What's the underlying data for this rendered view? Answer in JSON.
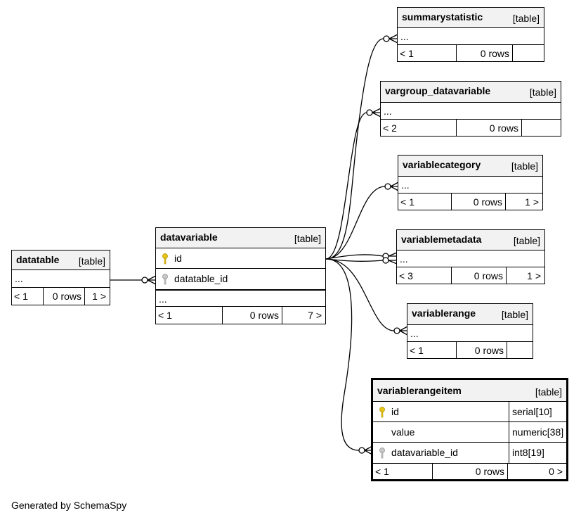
{
  "tables": {
    "datatable": {
      "name": "datatable",
      "kind": "[table]",
      "more": "...",
      "parents": "< 1",
      "rows": "0 rows",
      "children": "1 >"
    },
    "datavariable": {
      "name": "datavariable",
      "kind": "[table]",
      "col_id": "id",
      "col_datatable_id": "datatable_id",
      "more": "...",
      "parents": "< 1",
      "rows": "0 rows",
      "children": "7 >"
    },
    "summarystatistic": {
      "name": "summarystatistic",
      "kind": "[table]",
      "more": "...",
      "parents": "< 1",
      "rows": "0 rows",
      "children": ""
    },
    "vargroup_datavariable": {
      "name": "vargroup_datavariable",
      "kind": "[table]",
      "more": "...",
      "parents": "< 2",
      "rows": "0 rows",
      "children": ""
    },
    "variablecategory": {
      "name": "variablecategory",
      "kind": "[table]",
      "more": "...",
      "parents": "< 1",
      "rows": "0 rows",
      "children": "1 >"
    },
    "variablemetadata": {
      "name": "variablemetadata",
      "kind": "[table]",
      "more": "...",
      "parents": "< 3",
      "rows": "0 rows",
      "children": "1 >"
    },
    "variablerange": {
      "name": "variablerange",
      "kind": "[table]",
      "more": "...",
      "parents": "< 1",
      "rows": "0 rows",
      "children": ""
    },
    "variablerangeitem": {
      "name": "variablerangeitem",
      "kind": "[table]",
      "columns": [
        {
          "name": "id",
          "type": "serial[10]",
          "key": "primary"
        },
        {
          "name": "value",
          "type": "numeric[38]",
          "key": "none"
        },
        {
          "name": "datavariable_id",
          "type": "int8[19]",
          "key": "foreign"
        }
      ],
      "parents": "< 1",
      "rows": "0 rows",
      "children": "0 >"
    }
  },
  "colors": {
    "primary_key": "#e6c619",
    "foreign_key": "#b0b0b0",
    "header_bg": "#f2f2f2"
  },
  "footer": {
    "credit": "Generated by SchemaSpy"
  }
}
